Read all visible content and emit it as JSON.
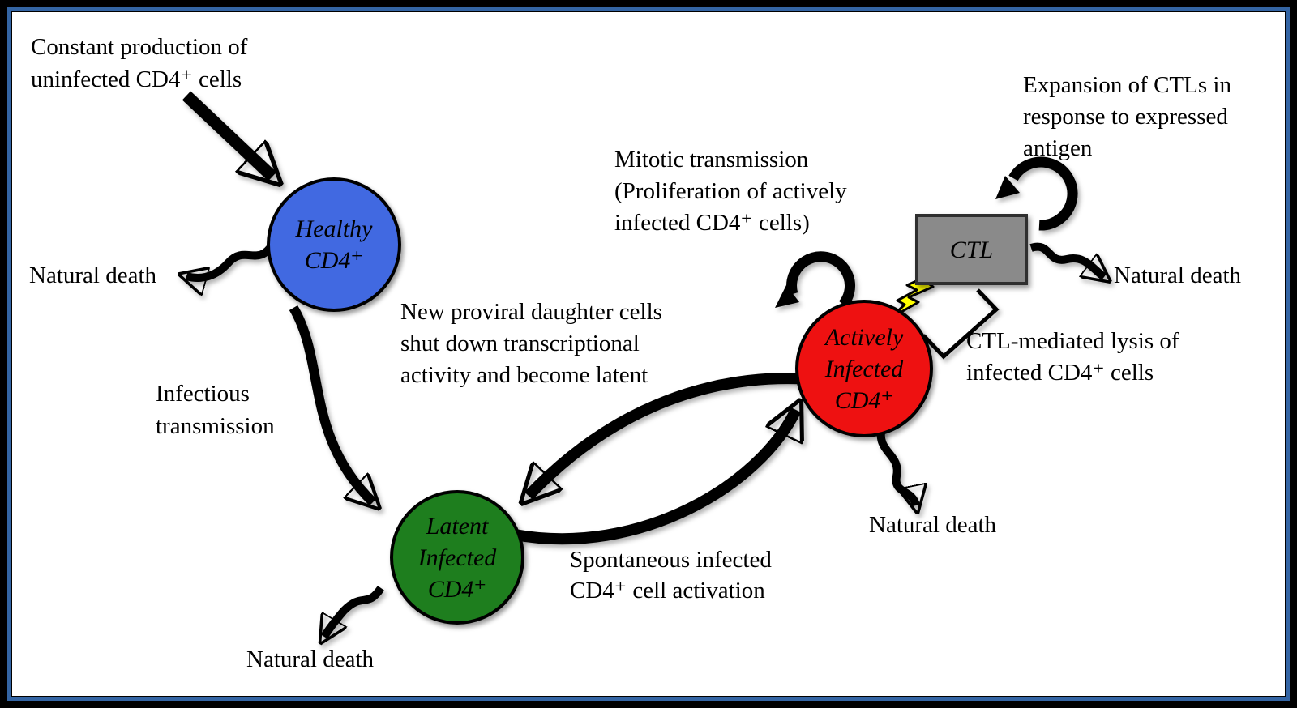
{
  "diagram": {
    "title_hint": "HIV CD4+ cell infection dynamics diagram",
    "frame": {
      "outer_color": "#000000",
      "inner_color": "#3465A4"
    },
    "arrow_color": "#000000",
    "lightning_color": "#FFFF00",
    "nodes": [
      {
        "id": "healthy",
        "label": "Healthy\nCD4⁺",
        "color": "#4169E1",
        "shape": "circle"
      },
      {
        "id": "latent",
        "label": "Latent\nInfected\nCD4⁺",
        "color": "#1E7E1E",
        "shape": "circle"
      },
      {
        "id": "active",
        "label": "Actively\nInfected\nCD4⁺",
        "color": "#EE1111",
        "shape": "circle"
      },
      {
        "id": "ctl",
        "label": "CTL",
        "color": "#8A8A8A",
        "shape": "rect"
      }
    ],
    "labels": {
      "constant_production": "Constant production of\nuninfected CD4⁺ cells",
      "natural_death_healthy": "Natural death",
      "infectious_transmission": "Infectious\ntransmission",
      "new_proviral": "New proviral daughter cells\nshut down transcriptional\nactivity and become latent",
      "mitotic": "Mitotic transmission\n(Proliferation of actively\ninfected CD4⁺ cells)",
      "expansion": "Expansion of CTLs in\nresponse to expressed\nantigen",
      "natural_death_ctl": "Natural death",
      "ctl_lysis": "CTL-mediated lysis of\ninfected CD4⁺ cells",
      "spontaneous": "Spontaneous infected\nCD4⁺ cell activation",
      "natural_death_latent": "Natural death",
      "natural_death_active": "Natural death"
    }
  }
}
